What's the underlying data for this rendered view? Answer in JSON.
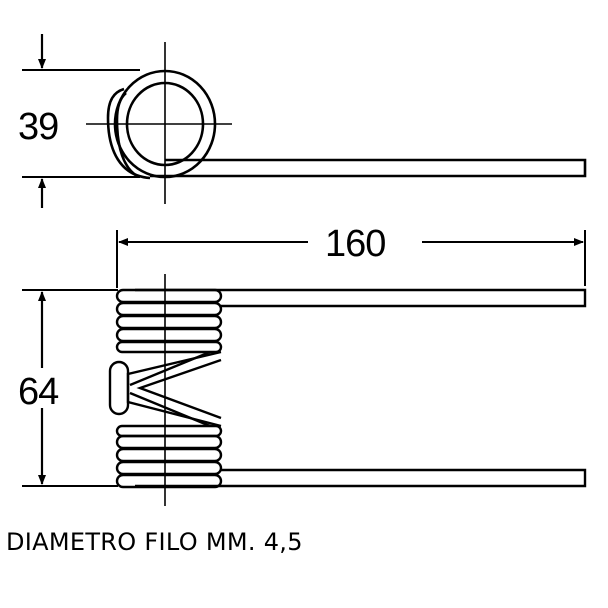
{
  "dimensions": {
    "coil_diameter": "39",
    "overall_length": "160",
    "overall_height": "64"
  },
  "caption": "DIAMETRO FILO MM. 4,5"
}
